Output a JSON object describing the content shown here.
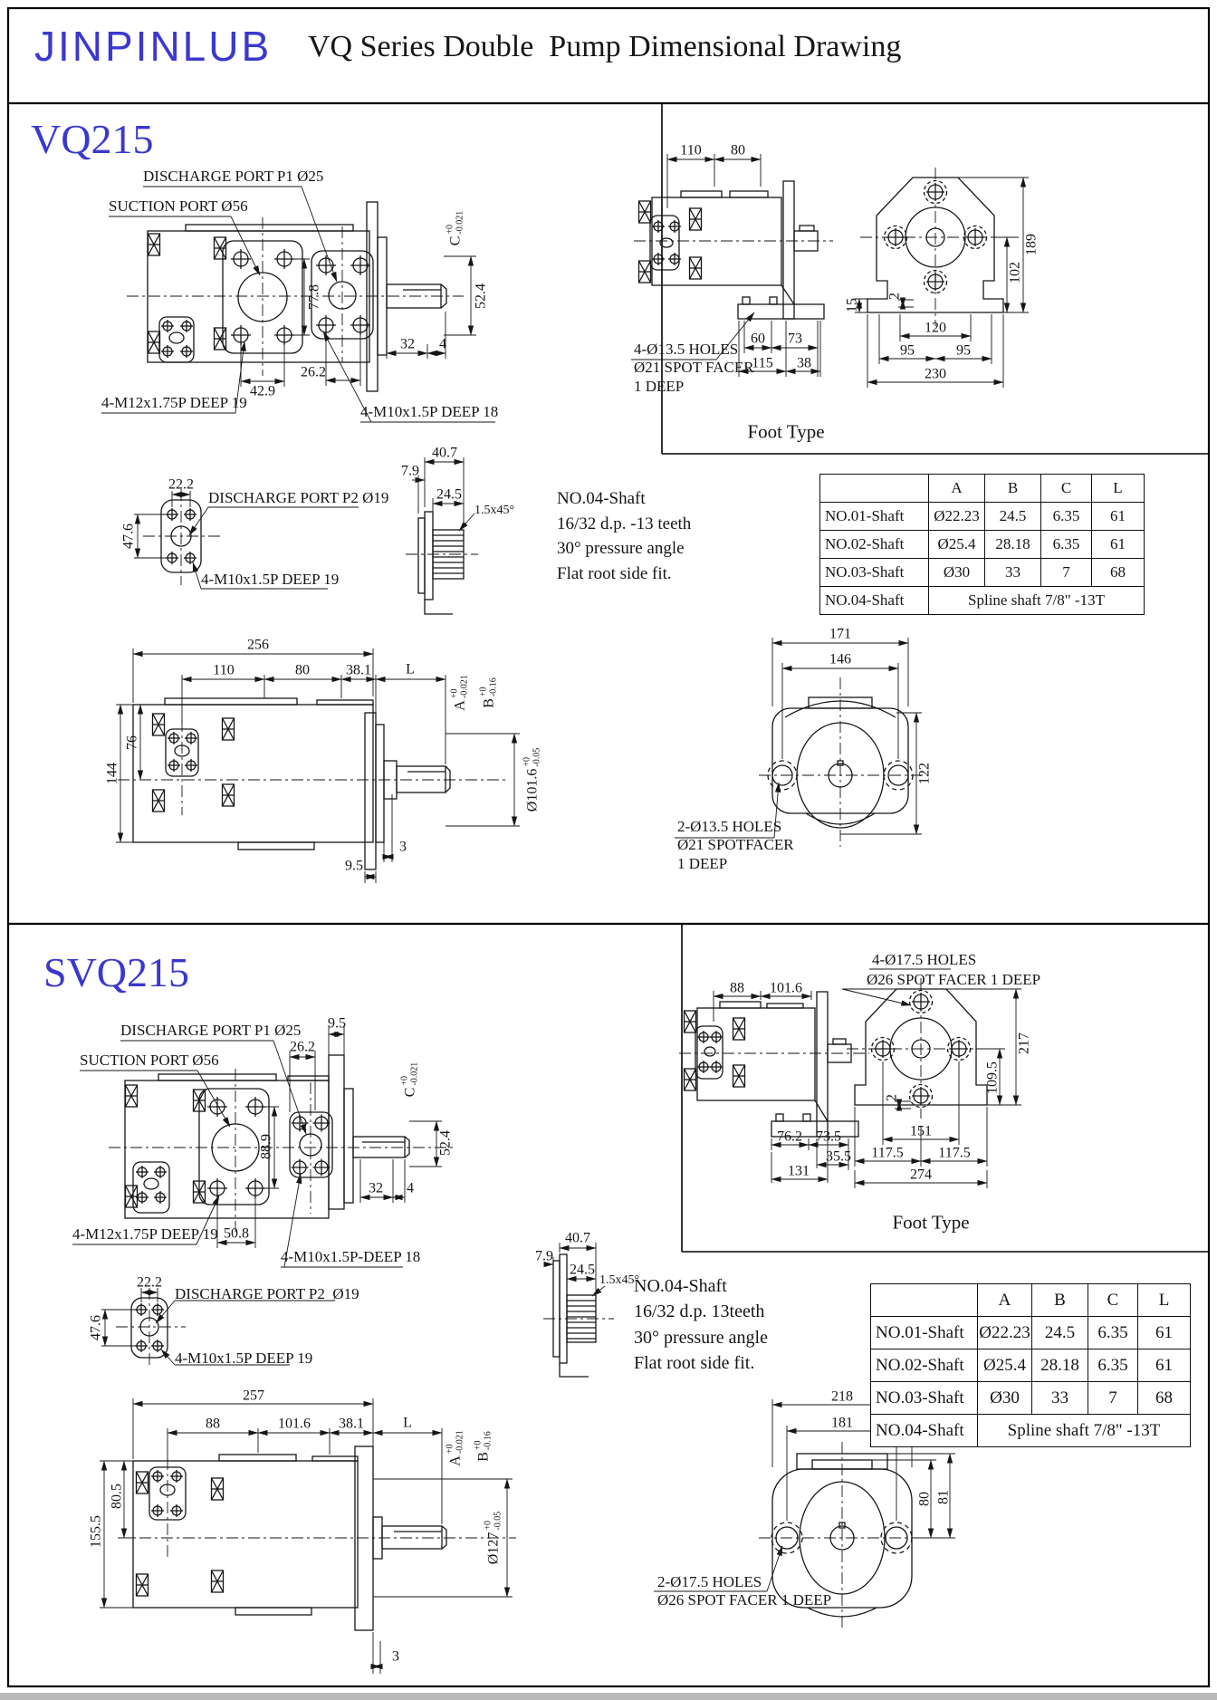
{
  "header": {
    "logo": "JINPINLUB",
    "title": "VQ Series Double  Pump Dimensional Drawing"
  },
  "colors": {
    "accent": "#3a38cf",
    "ink": "#161616"
  },
  "shaft_table": {
    "col_headers": [
      "A",
      "B",
      "C",
      "L"
    ],
    "rows": [
      [
        "NO.01-Shaft",
        "Ø22.23",
        "24.5",
        "6.35",
        "61"
      ],
      [
        "NO.02-Shaft",
        "Ø25.4",
        "28.18",
        "6.35",
        "61"
      ],
      [
        "NO.03-Shaft",
        "Ø30",
        "33",
        "7",
        "68"
      ]
    ],
    "spline_label": "NO.04-Shaft",
    "spline_value": "Spline shaft 7/8\" -13T"
  },
  "vq215": {
    "title": "VQ215",
    "front": {
      "discharge": "DISCHARGE PORT P1 Ø25",
      "suction": "SUCTION PORT Ø56",
      "m12": "4-M12x1.75P DEEP 19",
      "m10": "4-M10x1.5P DEEP 18",
      "h778": "77.8",
      "h429": "42.9",
      "h262": "26.2",
      "h32": "32",
      "h4": "4",
      "h524": "52.4",
      "c": "C",
      "c_plus": "+0",
      "c_minus": "-0.021"
    },
    "foot": {
      "caption": "Foot Type",
      "holes": "4-Ø13.5 HOLES\nØ21 SPOT FACER\n1 DEEP",
      "d110": "110",
      "d80": "80",
      "d60": "60",
      "d73": "73",
      "d115": "115",
      "d38": "38",
      "d15": "15",
      "d2": "2",
      "d120": "120",
      "d95a": "95",
      "d95b": "95",
      "d230": "230",
      "d189": "189",
      "d102": "102"
    },
    "p2": {
      "port": "DISCHARGE PORT P2 Ø19",
      "m10": "4-M10x1.5P DEEP 19",
      "d222": "22.2",
      "d476": "47.6"
    },
    "shaft": {
      "d407": "40.7",
      "d79": "7.9",
      "d245": "24.5",
      "chamfer": "1.5x45°",
      "note": "NO.04-Shaft\n16/32 d.p. -13 teeth\n30° pressure angle\nFlat root side fit."
    },
    "side": {
      "d256": "256",
      "d110": "110",
      "d80": "80",
      "d381": "38.1",
      "L": "L",
      "a": "A",
      "a_plus": "+0",
      "a_minus": "-0.021",
      "b": "B",
      "b_plus": "+0",
      "b_minus": "-0.16",
      "d144": "144",
      "d76": "76",
      "dia": "Ø101.6",
      "dia_plus": "+0",
      "dia_minus": "-0.05",
      "d95": "9.5",
      "d3": "3"
    },
    "rear": {
      "d171": "171",
      "d146": "146",
      "d122": "122",
      "holes": "2-Ø13.5 HOLES\nØ21 SPOTFACER\n1 DEEP"
    }
  },
  "svq215": {
    "title": "SVQ215",
    "front": {
      "discharge": "DISCHARGE PORT P1 Ø25",
      "suction": "SUCTION PORT Ø56",
      "m12": "4-M12x1.75P DEEP 19",
      "m10": "4-M10x1.5P-DEEP 18",
      "d95": "9.5",
      "d262": "26.2",
      "d889": "88.9",
      "d524": "52.4",
      "d32": "32",
      "d4": "4",
      "d508": "50.8",
      "c": "C",
      "c_plus": "+0",
      "c_minus": "-0.021"
    },
    "foot": {
      "caption": "Foot Type",
      "holes_l1": "4-Ø17.5 HOLES",
      "holes_l2": "Ø26 SPOT FACER 1 DEEP",
      "d88": "88",
      "d1016": "101.6",
      "d762": "76.2",
      "d735": "73.5",
      "d355": "35.5",
      "d131": "131",
      "d2": "2",
      "d151": "151",
      "d1175a": "117.5",
      "d1175b": "117.5",
      "d274": "274",
      "d217": "217",
      "d1095": "109.5"
    },
    "p2": {
      "port": "DISCHARGE PORT P2  Ø19",
      "m10": "4-M10x1.5P DEEP 19",
      "d222": "22.2",
      "d476": "47.6"
    },
    "shaft": {
      "d407": "40.7",
      "d79": "7.9",
      "d245": "24.5",
      "chamfer": "1.5x45°",
      "note": "NO.04-Shaft\n16/32 d.p. 13teeth\n30° pressure angle\nFlat root side fit."
    },
    "side": {
      "d257": "257",
      "d88": "88",
      "d1016": "101.6",
      "d381": "38.1",
      "L": "L",
      "a": "A",
      "a_plus": "+0",
      "a_minus": "-0.021",
      "b": "B",
      "b_plus": "+0",
      "b_minus": "-0.16",
      "d1555": "155.5",
      "d805": "80.5",
      "dia": "Ø127",
      "dia_plus": "+0",
      "dia_minus": "-0.05",
      "d3": "3"
    },
    "rear": {
      "d218": "218",
      "d181": "181",
      "d80": "80",
      "d81": "81",
      "holes": "2-Ø17.5 HOLES\nØ26 SPOT FACER 1 DEEP"
    }
  }
}
